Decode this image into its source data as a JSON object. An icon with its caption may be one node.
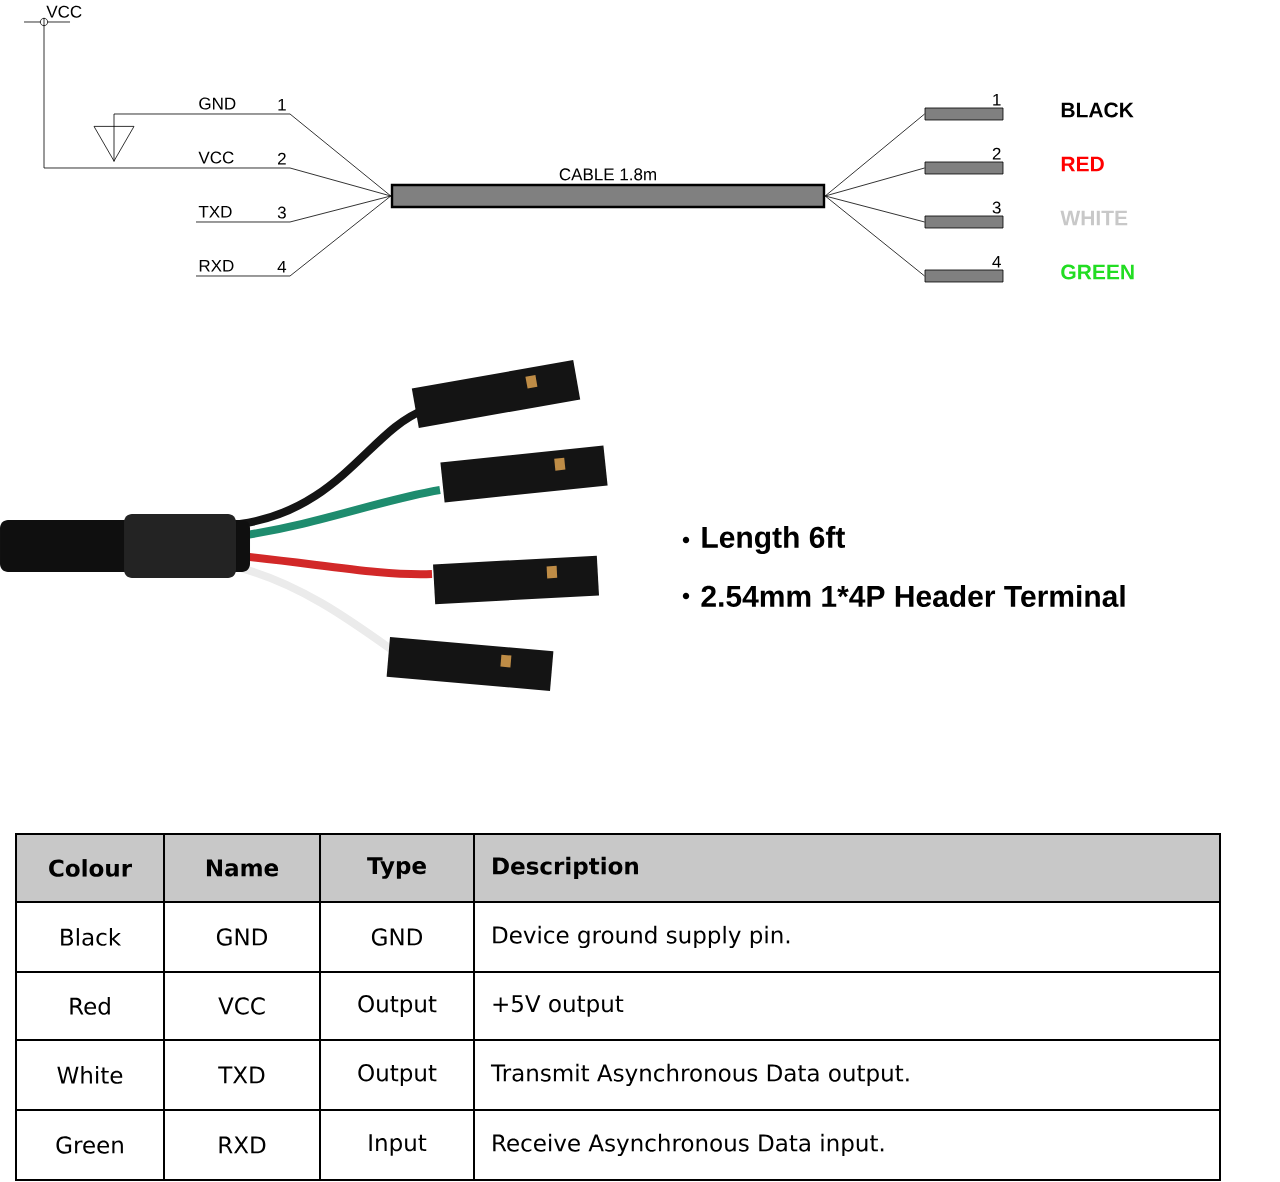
{
  "diagram": {
    "nodes": [
      {
        "text": [
          "VCC"
        ]
      },
      {
        "text": [],
        "shape": "triangle"
      },
      {
        "text": [
          "CABLE 1.8m"
        ]
      },
      {
        "text": [
          "1"
        ],
        "beside": [
          "BLACK"
        ]
      },
      {
        "text": [
          "2"
        ],
        "beside": [
          "RED"
        ]
      },
      {
        "text": [
          "3"
        ],
        "beside": [
          "WHITE"
        ]
      },
      {
        "text": [
          "4"
        ],
        "beside": [
          "GREEN"
        ]
      }
    ],
    "edges": [
      {
        "from": 1,
        "to": 2,
        "arrow": "none",
        "label": "GND"
      },
      {
        "from": 0,
        "to": 2,
        "arrow": "none",
        "label": "VCC"
      },
      {
        "from": null,
        "to": 2,
        "arrow": "none",
        "label": "TXD"
      },
      {
        "from": null,
        "to": 2,
        "arrow": "none",
        "label": "RXD"
      },
      {
        "from": 2,
        "to": 3,
        "arrow": "none"
      },
      {
        "from": 2,
        "to": 4,
        "arrow": "none"
      },
      {
        "from": 2,
        "to": 5,
        "arrow": "none"
      },
      {
        "from": 2,
        "to": 6,
        "arrow": "none"
      }
    ],
    "labels": [
      "1",
      "2",
      "3",
      "4",
      "Length 6ft",
      "2.54mm 1*4P Header Terminal",
      "Colour",
      "Name",
      "Type",
      "Description",
      "Black",
      "GND",
      "GND",
      "Device ground supply pin.",
      "Red",
      "VCC",
      "Output",
      "+5V output",
      "White",
      "TXD",
      "Output",
      "Transmit Asynchronous Data output.",
      "Green",
      "RXD",
      "Input",
      "Receive Asynchronous Data input."
    ]
  }
}
